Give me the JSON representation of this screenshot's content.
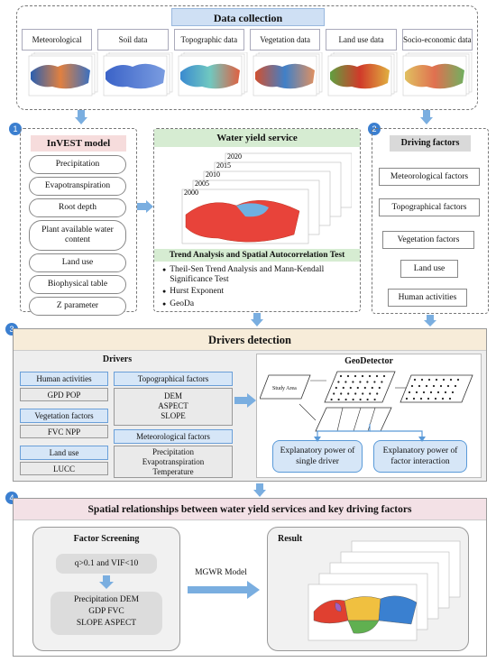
{
  "data_collection": {
    "title": "Data collection",
    "tabs": [
      "Meteorological",
      "Soil data",
      "Topographic data",
      "Vegetation data",
      "Land use data",
      "Socio-economic data"
    ]
  },
  "invest": {
    "number": "1",
    "title": "InVEST model",
    "items": [
      "Precipitation",
      "Evapotranspiration",
      "Root depth",
      "Plant available water content",
      "Land use",
      "Biophysical table",
      "Z parameter"
    ]
  },
  "water_yield": {
    "title": "Water yield service",
    "years": [
      "2020",
      "2015",
      "2010",
      "2005",
      "2000"
    ],
    "trend_title": "Trend Analysis and Spatial Autocorrelation Test",
    "bullets": [
      "Theil-Sen Trend Analysis and Mann-Kendall Significance Test",
      "Hurst Exponent",
      "GeoDa"
    ]
  },
  "driving": {
    "number": "2",
    "title": "Driving factors",
    "items": [
      "Meteorological factors",
      "Topographical factors",
      "Vegetation factors",
      "Land use",
      "Human activities"
    ]
  },
  "detection": {
    "number": "3",
    "title": "Drivers detection",
    "drivers_title": "Drivers",
    "human_title": "Human activities",
    "human_values": "GPD POP",
    "veg_title": "Vegetation factors",
    "veg_values": "FVC  NPP",
    "land_title": "Land use",
    "land_values": "LUCC",
    "topo_title": "Topographical factors",
    "topo_values": [
      "DEM",
      "ASPECT",
      "SLOPE"
    ],
    "met_title": "Meteorological factors",
    "met_values": [
      "Precipitation",
      "Evapotranspiration",
      "Temperature"
    ],
    "geodetector_title": "GeoDetector",
    "study_area": "Study Area",
    "single": "Explanatory power of single driver",
    "interaction": "Explanatory power of factor interaction"
  },
  "spatial": {
    "number": "4",
    "title": "Spatial relationships between water yield services and key driving factors",
    "screening_title": "Factor Screening",
    "criterion": "q>0.1 and VIF<10",
    "selected": [
      "Precipitation  DEM",
      "GDP  FVC",
      "SLOPE  ASPECT"
    ],
    "mgwr": "MGWR  Model",
    "result_title": "Result"
  },
  "colors": {
    "accent_blue": "#3b7fd0",
    "arrow_blue": "#7aaee0",
    "green_header": "#d6ecd2",
    "pink_header": "#f6dcdc",
    "section4_header": "#f3e1e6",
    "section3_header": "#f7ecd9"
  }
}
